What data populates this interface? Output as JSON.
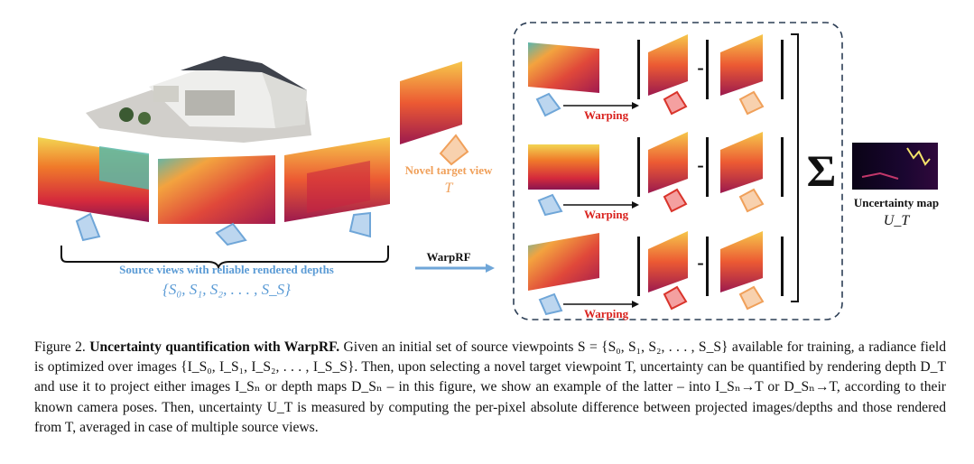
{
  "figure": {
    "source_views_label": "Source views with reliable rendered depths",
    "source_views_set": "{S₀, S₁, S₂, . . . , S_S}",
    "warprf_label": "WarpRF",
    "novel_view_label": "Novel target view",
    "novel_view_symbol": "T",
    "warping_label": "Warping",
    "minus_sign": "-",
    "sum_symbol": "Σ",
    "uncertainty_label": "Uncertainty map",
    "uncertainty_symbol": "U_T",
    "colors": {
      "blue_camera": "#6fa6d8",
      "orange_camera": "#f0a05a",
      "red_camera": "#d9342b",
      "warping_red": "#d9231f",
      "label_blue": "#5b9bd5",
      "label_orange": "#f0a05a",
      "dashed_border": "#2c3e55"
    }
  },
  "caption": {
    "prefix": "Figure 2.",
    "title": "Uncertainty quantification with WarpRF.",
    "body": "Given an initial set of source viewpoints S = {S₀, S₁, S₂, . . . , S_S} available for training, a radiance field is optimized over images {I_S₀, I_S₁, I_S₂, . . . , I_S_S}. Then, upon selecting a novel target viewpoint T, uncertainty can be quantified by rendering depth D_T and use it to project either images I_Sₙ or depth maps D_Sₙ – in this figure, we show an example of the latter – into I_Sₙ→T or D_Sₙ→T, according to their known camera poses. Then, uncertainty U_T is measured by computing the per-pixel absolute difference between projected images/depths and those rendered from T, averaged in case of multiple source views."
  }
}
